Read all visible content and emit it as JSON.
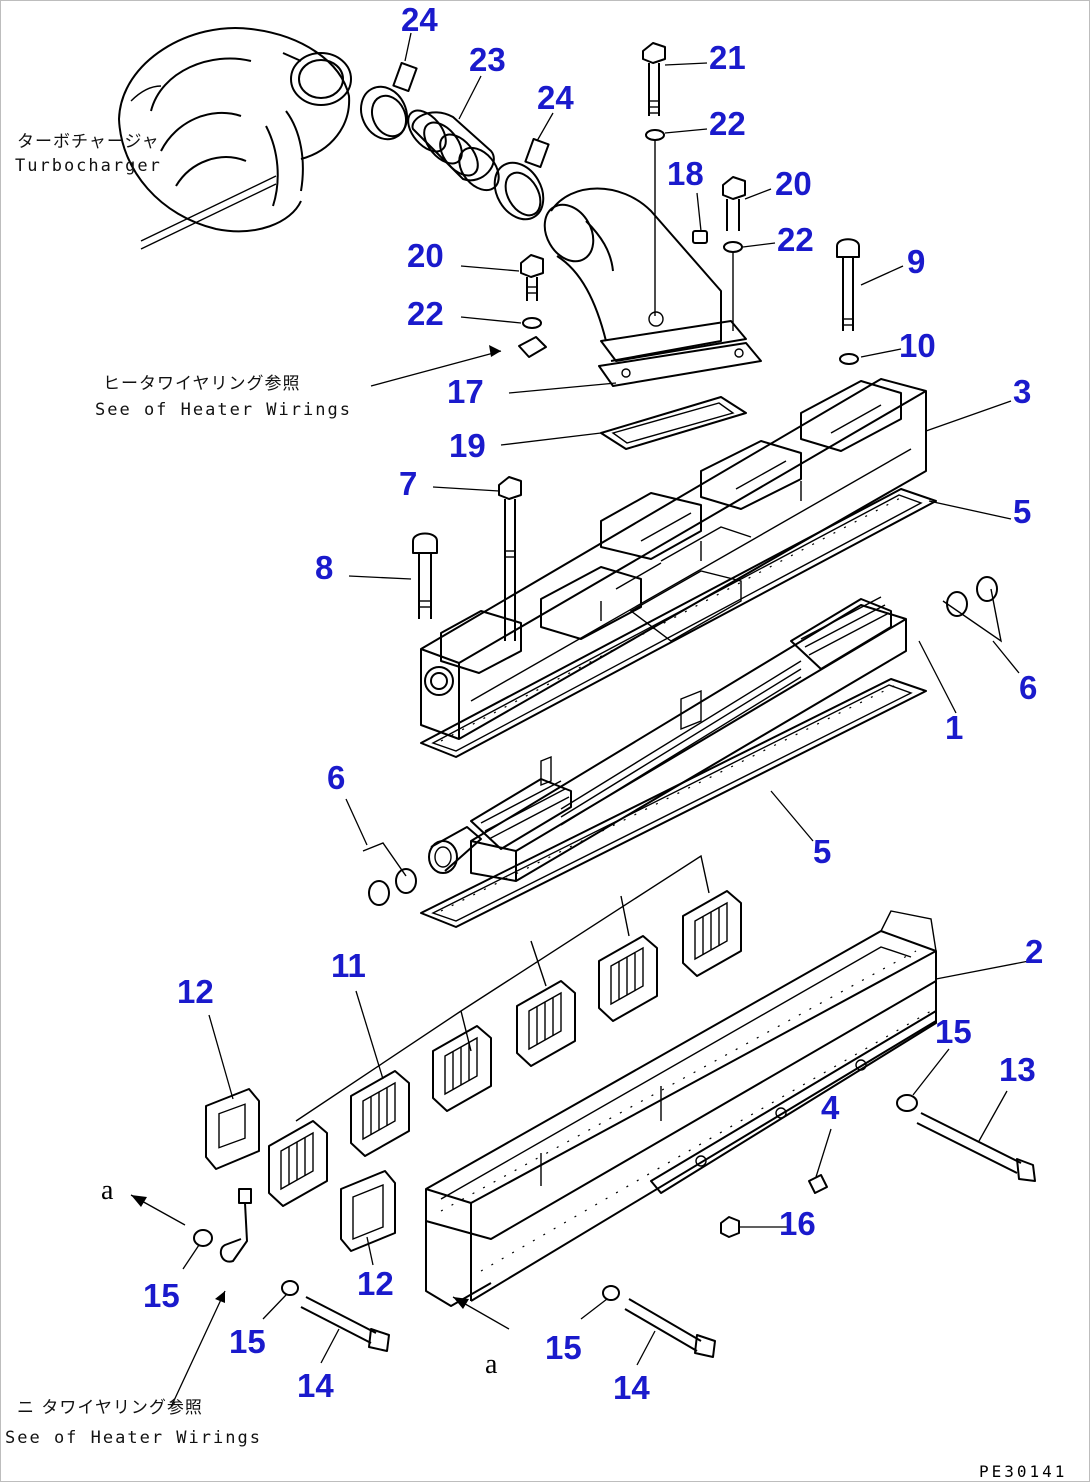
{
  "callouts": [
    {
      "id": "c24a",
      "text": "24"
    },
    {
      "id": "c23",
      "text": "23"
    },
    {
      "id": "c24b",
      "text": "24"
    },
    {
      "id": "c21",
      "text": "21"
    },
    {
      "id": "c22a",
      "text": "22"
    },
    {
      "id": "c18",
      "text": "18"
    },
    {
      "id": "c20a",
      "text": "20"
    },
    {
      "id": "c22b",
      "text": "22"
    },
    {
      "id": "c20b",
      "text": "20"
    },
    {
      "id": "c22c",
      "text": "22"
    },
    {
      "id": "c9",
      "text": "9"
    },
    {
      "id": "c10",
      "text": "10"
    },
    {
      "id": "c17",
      "text": "17"
    },
    {
      "id": "c3",
      "text": "3"
    },
    {
      "id": "c19",
      "text": "19"
    },
    {
      "id": "c7",
      "text": "7"
    },
    {
      "id": "c5a",
      "text": "5"
    },
    {
      "id": "c8",
      "text": "8"
    },
    {
      "id": "c6a",
      "text": "6"
    },
    {
      "id": "c1",
      "text": "1"
    },
    {
      "id": "c6b",
      "text": "6"
    },
    {
      "id": "c5b",
      "text": "5"
    },
    {
      "id": "c2",
      "text": "2"
    },
    {
      "id": "c12a",
      "text": "12"
    },
    {
      "id": "c11",
      "text": "11"
    },
    {
      "id": "c15a",
      "text": "15"
    },
    {
      "id": "c13",
      "text": "13"
    },
    {
      "id": "c4",
      "text": "4"
    },
    {
      "id": "c16",
      "text": "16"
    },
    {
      "id": "c12b",
      "text": "12"
    },
    {
      "id": "c15b",
      "text": "15"
    },
    {
      "id": "c15c",
      "text": "15"
    },
    {
      "id": "c15d",
      "text": "15"
    },
    {
      "id": "c14a",
      "text": "14"
    },
    {
      "id": "c14b",
      "text": "14"
    }
  ],
  "notes": {
    "turbo_jp": "ターボチャージャ",
    "turbo_en": "Turbocharger",
    "heater_top_jp": "ヒータワイヤリング参照",
    "heater_top_en": "See of Heater Wirings",
    "heater_bottom_jp": "ニ タワイヤリング参照",
    "heater_bottom_en": "See of Heater Wirings"
  },
  "refs": {
    "a_upper": "a",
    "a_lower": "a"
  },
  "drawing_code": "PE30141"
}
